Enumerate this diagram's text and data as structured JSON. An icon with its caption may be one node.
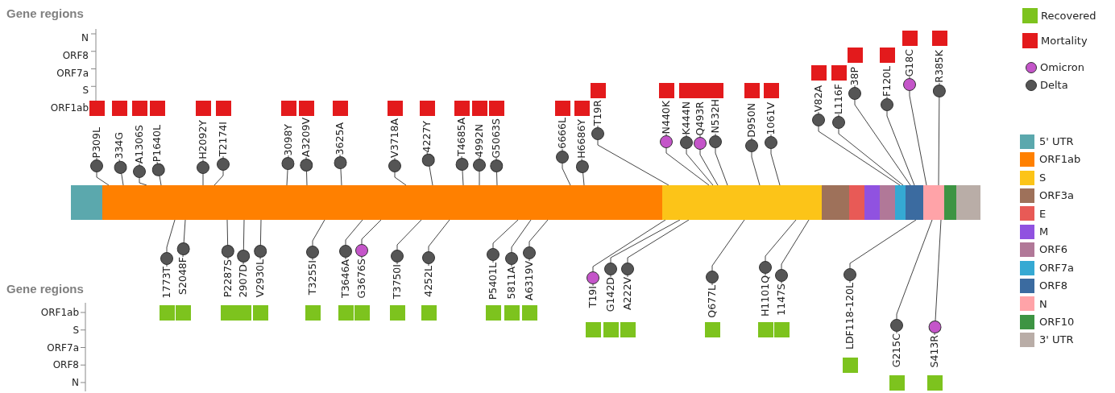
{
  "diagram": {
    "nodes": [
      {
        "text": [],
        "shape": "bar"
      },
      {
        "text": [],
        "shape": "bar"
      },
      {
        "text": [],
        "shape": "bar"
      },
      {
        "text": [],
        "shape": "bar"
      },
      {
        "text": [],
        "shape": "bar"
      },
      {
        "text": [],
        "shape": "bar"
      },
      {
        "text": [],
        "shape": "bar"
      },
      {
        "text": [],
        "shape": "bar"
      },
      {
        "text": [],
        "shape": "bar"
      },
      {
        "text": [],
        "shape": "bar"
      },
      {
        "text": [],
        "shape": "bar"
      },
      {
        "text": [],
        "shape": "bar"
      },
      {
        "text": [
          "P309L"
        ]
      },
      {
        "text": [
          "334G"
        ]
      },
      {
        "text": [
          "A1306S"
        ]
      },
      {
        "text": [
          "P1640L"
        ]
      },
      {
        "text": [
          "H2092Y"
        ]
      },
      {
        "text": [
          "T2174I"
        ]
      },
      {
        "text": [
          "3098Y"
        ]
      },
      {
        "text": [
          "A3209V"
        ]
      },
      {
        "text": [
          "3625A"
        ]
      },
      {
        "text": [
          "V3718A"
        ]
      },
      {
        "text": [
          "4227Y"
        ]
      },
      {
        "text": [
          "T4685A"
        ]
      },
      {
        "text": [
          "4992N"
        ]
      },
      {
        "text": [
          "G5063S"
        ]
      },
      {
        "text": [
          "6666L"
        ]
      },
      {
        "text": [
          "H6686Y"
        ]
      },
      {
        "text": [
          "T19R"
        ]
      },
      {
        "text": [
          "N440K"
        ]
      },
      {
        "text": [
          "K444N"
        ]
      },
      {
        "text": [
          "Q493R"
        ]
      },
      {
        "text": [
          "N532H"
        ]
      },
      {
        "text": [
          "D950N"
        ]
      },
      {
        "text": [
          "1061V"
        ]
      },
      {
        "text": [
          "V82A"
        ]
      },
      {
        "text": [
          "L116F"
        ]
      },
      {
        "text": [
          "38P"
        ]
      },
      {
        "text": [
          "F120L"
        ]
      },
      {
        "text": [
          "G18C"
        ]
      },
      {
        "text": [
          "R385K"
        ]
      },
      {
        "text": [
          "1773T"
        ]
      },
      {
        "text": [
          "S2048F"
        ]
      },
      {
        "text": [
          "P2287S"
        ]
      },
      {
        "text": [
          "2907D"
        ]
      },
      {
        "text": [
          "V2930L"
        ]
      },
      {
        "text": [
          "T3255I"
        ]
      },
      {
        "text": [
          "T3646A"
        ]
      },
      {
        "text": [
          "G3676S"
        ]
      },
      {
        "text": [
          "T3750I"
        ]
      },
      {
        "text": [
          "4252L"
        ]
      },
      {
        "text": [
          "P5401L"
        ]
      },
      {
        "text": [
          "5811A"
        ]
      },
      {
        "text": [
          "A6319V"
        ]
      },
      {
        "text": [
          "T19I"
        ]
      },
      {
        "text": [
          "G142D"
        ]
      },
      {
        "text": [
          "A222V"
        ]
      },
      {
        "text": [
          "Q677L"
        ]
      },
      {
        "text": [
          "H1101Q"
        ]
      },
      {
        "text": [
          "1147S"
        ]
      },
      {
        "text": [
          "LDF118-120L"
        ]
      },
      {
        "text": [
          "G215C"
        ]
      },
      {
        "text": [
          "S413R"
        ]
      }
    ],
    "edges": [
      {
        "from": 12,
        "to": 1,
        "arrow": "other"
      },
      {
        "from": 13,
        "to": 1,
        "arrow": "other"
      },
      {
        "from": 14,
        "to": 1,
        "arrow": "other"
      },
      {
        "from": 15,
        "to": 1,
        "arrow": "other"
      },
      {
        "from": 16,
        "to": 1,
        "arrow": "other"
      },
      {
        "from": 17,
        "to": 1,
        "arrow": "other"
      },
      {
        "from": 18,
        "to": 1,
        "arrow": "other"
      },
      {
        "from": 19,
        "to": 1,
        "arrow": "other"
      },
      {
        "from": 20,
        "to": 1,
        "arrow": "other"
      },
      {
        "from": 21,
        "to": 1,
        "arrow": "other"
      },
      {
        "from": 22,
        "to": 1,
        "arrow": "other"
      },
      {
        "from": 23,
        "to": 1,
        "arrow": "other"
      },
      {
        "from": 24,
        "to": 1,
        "arrow": "other"
      },
      {
        "from": 25,
        "to": 1,
        "arrow": "other"
      },
      {
        "from": 26,
        "to": 1,
        "arrow": "other"
      },
      {
        "from": 27,
        "to": 1,
        "arrow": "other"
      },
      {
        "from": 28,
        "to": 2,
        "arrow": "other"
      },
      {
        "from": 29,
        "to": 2,
        "arrow": "other"
      },
      {
        "from": 30,
        "to": 2,
        "arrow": "other"
      },
      {
        "from": 31,
        "to": 2,
        "arrow": "other"
      },
      {
        "from": 32,
        "to": 2,
        "arrow": "other"
      },
      {
        "from": 33,
        "to": 2,
        "arrow": "other"
      },
      {
        "from": 34,
        "to": 2,
        "arrow": "other"
      },
      {
        "from": 35,
        "to": 7,
        "arrow": "other"
      },
      {
        "from": 36,
        "to": 7,
        "arrow": "other"
      },
      {
        "from": 37,
        "to": 8,
        "arrow": "other"
      },
      {
        "from": 38,
        "to": 8,
        "arrow": "other"
      },
      {
        "from": 39,
        "to": 9,
        "arrow": "other"
      },
      {
        "from": 40,
        "to": 9,
        "arrow": "other"
      },
      {
        "from": 41,
        "to": 1,
        "arrow": "other"
      },
      {
        "from": 42,
        "to": 1,
        "arrow": "other"
      },
      {
        "from": 43,
        "to": 1,
        "arrow": "other"
      },
      {
        "from": 44,
        "to": 1,
        "arrow": "other"
      },
      {
        "from": 45,
        "to": 1,
        "arrow": "other"
      },
      {
        "from": 46,
        "to": 1,
        "arrow": "other"
      },
      {
        "from": 47,
        "to": 1,
        "arrow": "other"
      },
      {
        "from": 48,
        "to": 1,
        "arrow": "other"
      },
      {
        "from": 49,
        "to": 1,
        "arrow": "other"
      },
      {
        "from": 50,
        "to": 1,
        "arrow": "other"
      },
      {
        "from": 51,
        "to": 1,
        "arrow": "other"
      },
      {
        "from": 52,
        "to": 1,
        "arrow": "other"
      },
      {
        "from": 53,
        "to": 1,
        "arrow": "other"
      },
      {
        "from": 54,
        "to": 2,
        "arrow": "other"
      },
      {
        "from": 55,
        "to": 2,
        "arrow": "other"
      },
      {
        "from": 56,
        "to": 2,
        "arrow": "other"
      },
      {
        "from": 57,
        "to": 2,
        "arrow": "other"
      },
      {
        "from": 58,
        "to": 2,
        "arrow": "other"
      },
      {
        "from": 59,
        "to": 2,
        "arrow": "other"
      },
      {
        "from": 60,
        "to": 8,
        "arrow": "other"
      },
      {
        "from": 61,
        "to": 9,
        "arrow": "other"
      },
      {
        "from": 62,
        "to": 9,
        "arrow": "other"
      }
    ],
    "labels": [
      "Gene regions",
      "N",
      "ORF8",
      "ORF7a",
      "S",
      "ORF1ab",
      "Gene regions",
      "ORF1ab",
      "S",
      "ORF7a",
      "ORF8",
      "N"
    ],
    "legend": [
      {
        "text": "Recovered",
        "color": "#7dc31e"
      },
      {
        "text": "Mortality",
        "color": "#e31a1c"
      },
      {
        "text": "Omicron",
        "color": "#c455c9"
      },
      {
        "text": "Delta",
        "color": "#555555"
      },
      {
        "text": "5' UTR",
        "color": "#5ba8ad"
      },
      {
        "text": "ORF1ab",
        "color": "#ff8000"
      },
      {
        "text": "S",
        "color": "#fcc418"
      },
      {
        "text": "ORF3a",
        "color": "#9e715a"
      },
      {
        "text": "E",
        "color": "#e85a56"
      },
      {
        "text": "M",
        "color": "#9052e0"
      },
      {
        "text": "ORF6",
        "color": "#b17898"
      },
      {
        "text": "ORF7a",
        "color": "#35a9d3"
      },
      {
        "text": "ORF8",
        "color": "#3b6ba0"
      },
      {
        "text": "N",
        "color": "#ffa3a8"
      },
      {
        "text": "ORF10",
        "color": "#3d9443"
      },
      {
        "text": "3' UTR",
        "color": "#b9ada7"
      }
    ]
  }
}
